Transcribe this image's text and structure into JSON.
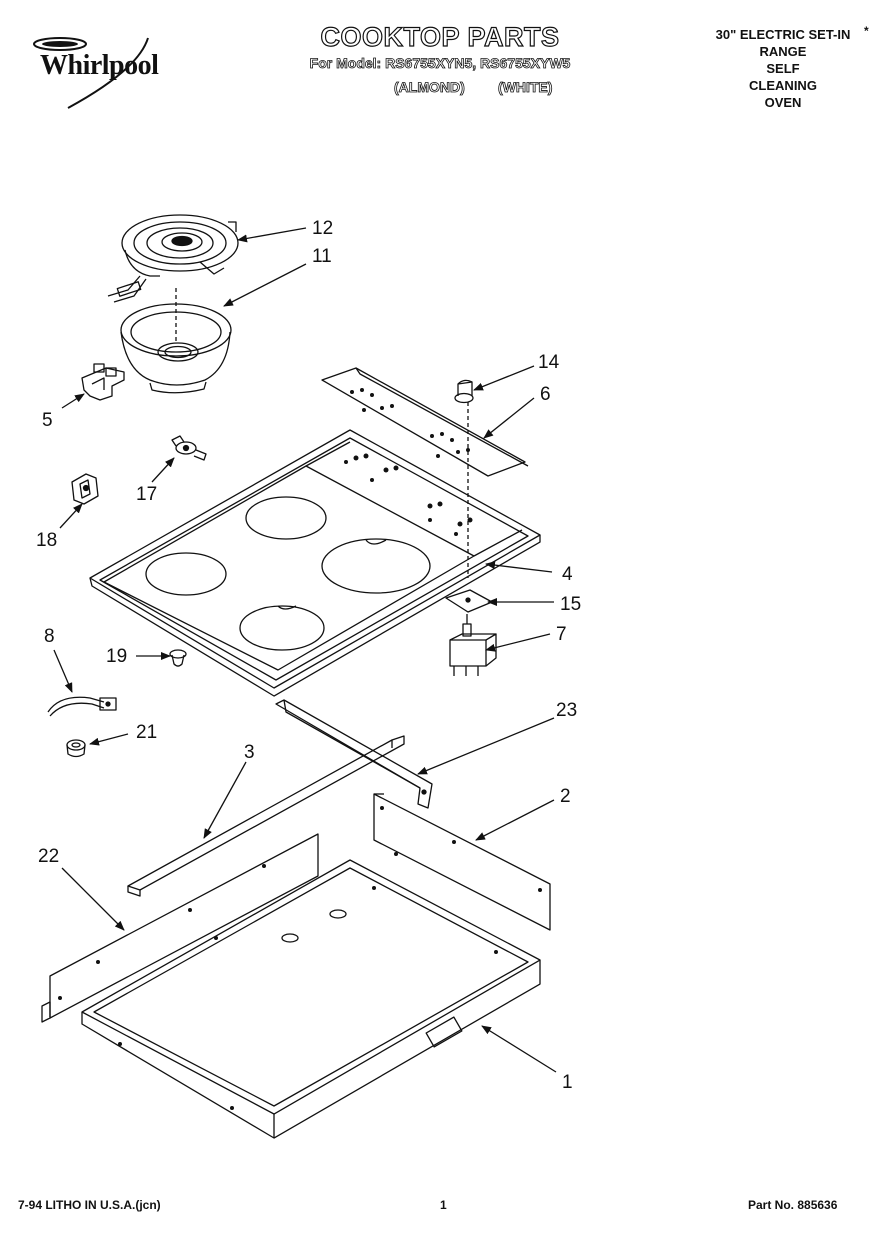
{
  "brand": {
    "name": "Whirlpool"
  },
  "header": {
    "title": "COOKTOP PARTS",
    "model_line": "For Model: RS6755XYN5, RS6755XYW5",
    "variants": [
      "(ALMOND)",
      "(WHITE)"
    ]
  },
  "range_description": [
    "30\" ELECTRIC SET-IN",
    "RANGE",
    "SELF",
    "CLEANING",
    "OVEN"
  ],
  "asterisk": "*",
  "callouts": [
    "12",
    "11",
    "14",
    "6",
    "5",
    "17",
    "18",
    "4",
    "15",
    "7",
    "8",
    "19",
    "21",
    "23",
    "3",
    "2",
    "22",
    "1"
  ],
  "footer": {
    "left": "7-94 LITHO IN U.S.A.(jcn)",
    "page": "1",
    "part_no": "Part No. 885636"
  },
  "colors": {
    "ink": "#111111",
    "paper": "#ffffff"
  }
}
